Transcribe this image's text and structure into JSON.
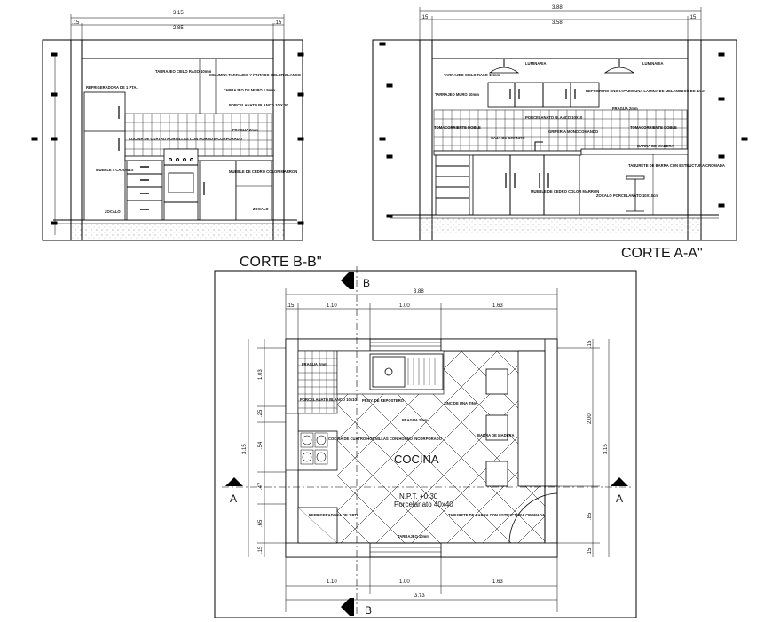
{
  "titles": {
    "corte_bb": "CORTE B-B\"",
    "corte_aa": "CORTE A-A\""
  },
  "section_bb": {
    "dim_outer": "3.15",
    "dim_inner": "2.85",
    "dim_left": ".15",
    "dim_right": ".15",
    "notes": {
      "refrigeradora": "REFRIGERADORA DE 1 PTA.",
      "tarrajeo_cielo": "TARRAJEO CIELO RASO 10mm",
      "columna": "COLUMNA TARRAJEO Y PINTADO COLOR BLANCO",
      "tarrajeo_muro": "TARRAJEO DE MURO 1.5mm",
      "porcelanato": "PORCELANATO BLANCO 10 X 10",
      "fragua": "FRAGUA 2mm",
      "cocina": "COCINA DE CUATRO HORNILLAS CON HORNO INCORPORADO",
      "mueble_cajones": "MUEBLE 4 CAJONES",
      "mueble_cedro": "MUEBLE DE CEDRO COLOR MARRON",
      "zocalo_left": "ZOCALO",
      "zocalo_right": "ZOCALO"
    }
  },
  "section_aa": {
    "dim_outer": "3.88",
    "dim_inner": "3.58",
    "dim_left": ".15",
    "dim_right": ".15",
    "notes": {
      "luminaria_1": "LUMINARIA",
      "luminaria_2": "LUMINARIA",
      "tarrajeo_cielo": "TARRAJEO CIELO RASO 10mm",
      "tarrajeo_muro": "TARRAJEO MURO 10mm",
      "repostero": "REPOSTERO ENCHAPADO UNA LAMINA DE MELAMINICO DE 4mm",
      "fragua": "FRAGUA 2mm",
      "porcelanato": "PORCELANATO BLANCO 10X10",
      "tomacorriente_left": "TOMACORRIENTE DOBLE",
      "tomacorriente_right": "TOMACORRIENTE DOBLE",
      "caja_granito": "CAJA DE GRANITO",
      "griferia": "GRIFERIA MONOCOMANDO",
      "barra": "BARRA DE MADERA",
      "mueble_cedro": "MUEBLE DE CEDRO COLOR MARRON",
      "zocalo": "ZOCALO PORCELANATO 10X10cm",
      "taburete": "TABURETE DE BARRA CON ESTRUCTURA CROMADA"
    }
  },
  "plan": {
    "room_name": "COCINA",
    "npt": "N.P.T. +0.30",
    "floor": "Porcelanato 40x40",
    "section_marks": {
      "b_top": "B",
      "b_bottom": "B",
      "a_left": "A",
      "a_right": "A"
    },
    "dims_top": {
      "total": "3.88",
      "seg_1": ".15",
      "seg_2": "1.10",
      "seg_3": "1.00",
      "seg_4": "1.63"
    },
    "dims_bottom": {
      "seg_1": "1.10",
      "seg_2": "1.00",
      "seg_3": "1.63",
      "total": "3.73"
    },
    "dims_left": {
      "total": "3.15",
      "d1": "1.03",
      "d2": ".25",
      "d3": ".54",
      "d4": ".47",
      "d5": ".65",
      "d6": ".15"
    },
    "dims_right": {
      "total": "3.15",
      "d1": ".15",
      "d2": "2.00",
      "d3": ".85",
      "d4": ".15"
    },
    "notes": {
      "fragua": "FRAGUA 2mm",
      "porcelanato": "PORCELANATO BLANCO 10x10",
      "proy_repostero": "PROY. DE REPOSTERO",
      "zinc": "ZINC DE UNA TINA",
      "fragua_2": "FRAGUA 2mm",
      "barra": "BARRA DE MADERA",
      "cocina": "COCINA DE CUATRO HORNILLAS CON HORNO INCORPORADO",
      "refrigeradora": "REFRIGERADORA DE 1 PTA.",
      "taburete": "TABURETE DE BARRA CON ESTRUCTURA CROMADA",
      "tarrajeo": "TARRAJEO 10mm"
    }
  }
}
